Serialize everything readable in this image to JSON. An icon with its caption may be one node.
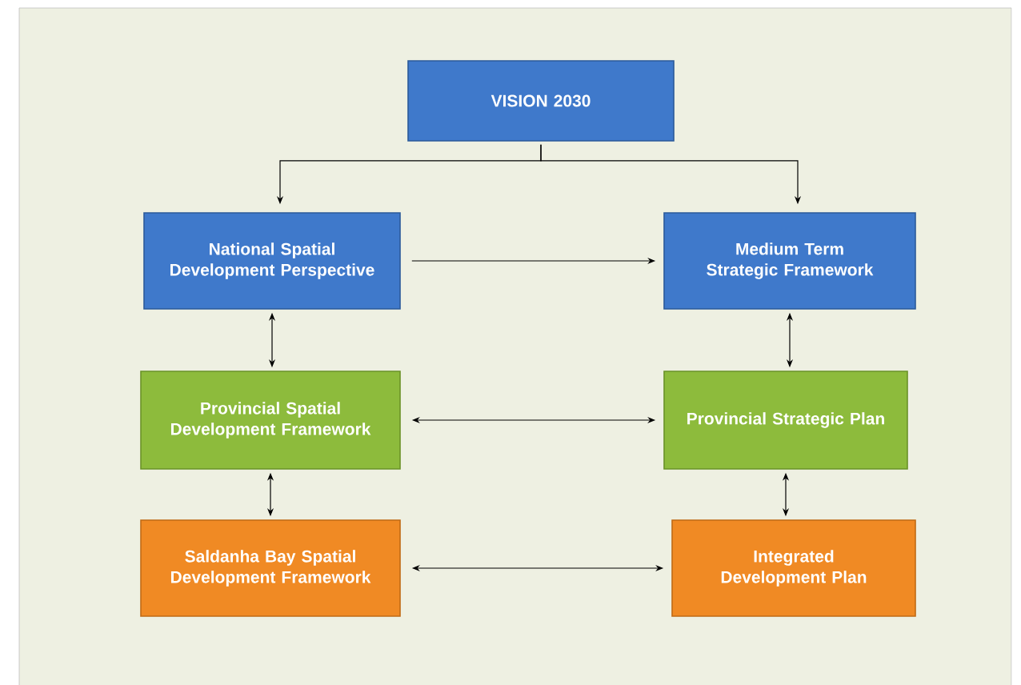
{
  "diagram": {
    "nodes": [
      {
        "text": [
          "VISION 2030"
        ]
      },
      {
        "text": [
          "National Spatial Development Perspective"
        ]
      },
      {
        "text": [
          "Medium Term Strategic Framework"
        ]
      },
      {
        "text": [
          "Provincial Spatial Development Framework"
        ]
      },
      {
        "text": [
          "Provincial Strategic Plan"
        ]
      },
      {
        "text": [
          "Saldanha Bay Spatial Development Framework"
        ]
      },
      {
        "text": [
          "Integrated Development Plan"
        ]
      }
    ],
    "edges": [
      {
        "from": 0,
        "to": 1,
        "arrow": "to"
      },
      {
        "from": 0,
        "to": 2,
        "arrow": "to"
      },
      {
        "from": 1,
        "to": 2,
        "arrow": "to"
      },
      {
        "from": 1,
        "to": 3,
        "arrow": "both"
      },
      {
        "from": 2,
        "to": 4,
        "arrow": "both"
      },
      {
        "from": 3,
        "to": 4,
        "arrow": "both"
      },
      {
        "from": 3,
        "to": 5,
        "arrow": "both"
      },
      {
        "from": 4,
        "to": 6,
        "arrow": "both"
      },
      {
        "from": 5,
        "to": 6,
        "arrow": "both"
      }
    ]
  }
}
